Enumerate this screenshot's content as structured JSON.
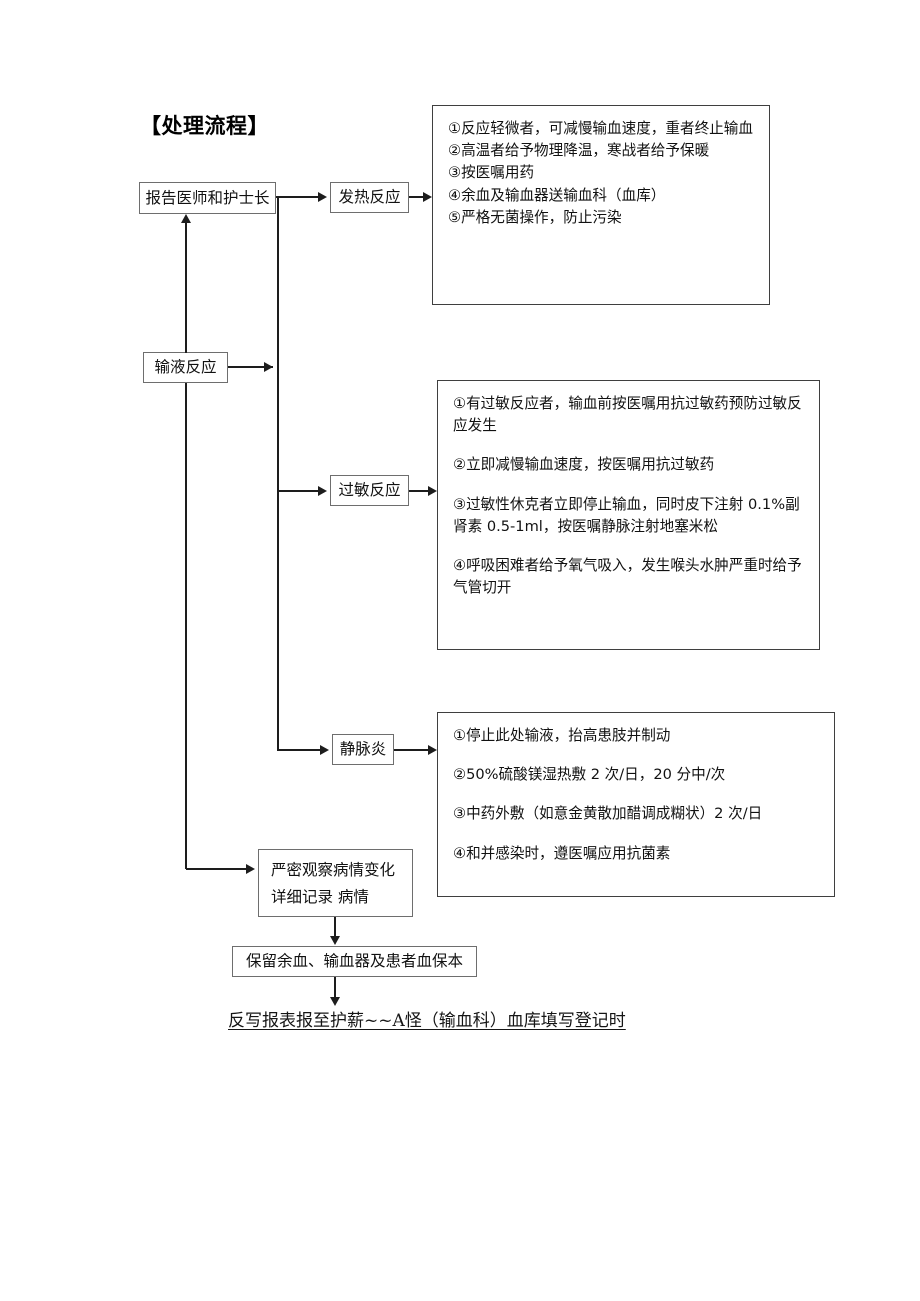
{
  "document": {
    "title": "【处理流程】"
  },
  "nodes": {
    "report": "报告医师和护士长",
    "infusion_reaction": "输液反应",
    "fever_reaction": "发热反应",
    "allergic_reaction": "过敏反应",
    "phlebitis": "静脉炎",
    "observe_line1": "严密观察病情变化",
    "observe_line2": "详细记录  病情",
    "retain": "保留余血、输血器及患者血保本",
    "footer": "反写报表报至护薪~~A怪（输血科）血库填写登记时"
  },
  "details": {
    "fever": [
      "①反应轻微者，可减慢输血速度，重者终止输血",
      "②高温者给予物理降温，寒战者给予保暖",
      "③按医嘱用药",
      "④余血及输血器送输血科（血库）",
      "⑤严格无菌操作，防止污染"
    ],
    "allergy": [
      "①有过敏反应者，输血前按医嘱用抗过敏药预防过敏反应发生",
      "②立即减慢输血速度，按医嘱用抗过敏药",
      "③过敏性休克者立即停止输血，同时皮下注射 0.1%副肾素 0.5-1ml，按医嘱静脉注射地塞米松",
      "④呼吸困难者给予氧气吸入，发生喉头水肿严重时给予气管切开"
    ],
    "phlebitis": [
      "①停止此处输液，抬高患肢并制动",
      "②50%硫酸镁湿热敷 2 次/日，20 分中/次",
      "③中药外敷（如意金黄散加醋调成糊状）2 次/日",
      "④和并感染时，遵医嘱应用抗菌素"
    ]
  },
  "colors": {
    "page_background": "#ffffff",
    "line": "#1d1d1d",
    "node_border": "#6e6e6e",
    "detail_border": "#3f3f3f",
    "text": "#111111"
  }
}
